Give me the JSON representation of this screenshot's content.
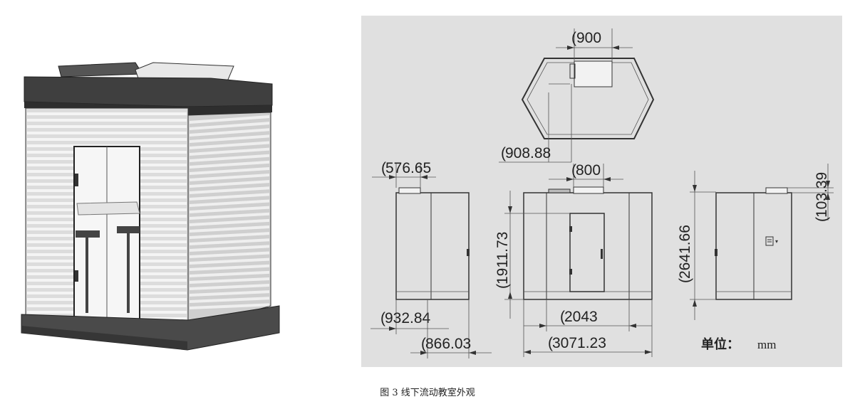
{
  "figure": {
    "caption": "图 3 线下流动教室外观"
  },
  "dimensions": {
    "top_width": "900",
    "top_depth": "908.88",
    "side_inner_width": "576.65",
    "side_total_width": "932.84",
    "side_bottom_offset": "866.03",
    "front_window_width": "800",
    "front_door_height": "1911.73",
    "front_inner_width": "2043",
    "front_total_width": "3071.23",
    "total_height": "2641.66",
    "roof_unit_height": "103.39"
  },
  "units": {
    "label": "单位：",
    "value": "mm"
  },
  "colors": {
    "panel_bg": "#e0e0e0",
    "line": "#333333",
    "body_dark": "#3c3c3c"
  }
}
